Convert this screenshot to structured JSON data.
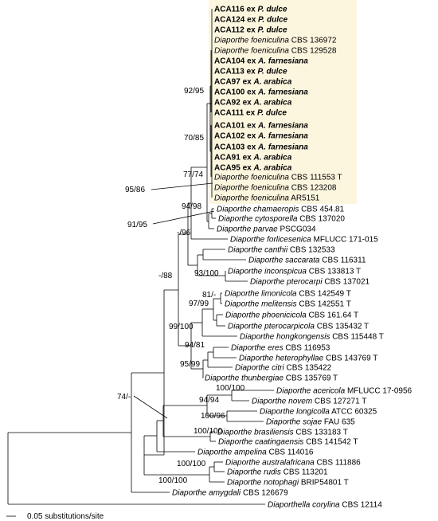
{
  "highlight_color": "#fdf6df",
  "scale_bar_label": "0.05 substitutions/site",
  "taxa": [
    {
      "sp": "ACA116",
      "rest": " ex ",
      "sp2": "P. dulce",
      "bold": true
    },
    {
      "sp": "ACA124",
      "rest": " ex ",
      "sp2": "P. dulce",
      "bold": true
    },
    {
      "sp": "ACA112",
      "rest": " ex ",
      "sp2": "P. dulce",
      "bold": true
    },
    {
      "sp": "Diaporthe foeniculina",
      "rest": " CBS 136972",
      "bold": false
    },
    {
      "sp": "Diaporthe foeniculina",
      "rest": " CBS 129528",
      "bold": false
    },
    {
      "sp": "ACA104",
      "rest": " ex ",
      "sp2": "A. farnesiana",
      "bold": true
    },
    {
      "sp": "ACA113",
      "rest": " ex ",
      "sp2": "P. dulce",
      "bold": true
    },
    {
      "sp": "ACA97",
      "rest": " ex ",
      "sp2": "A. arabica",
      "bold": true
    },
    {
      "sp": "ACA100",
      "rest": " ex ",
      "sp2": "A. farnesiana",
      "bold": true
    },
    {
      "sp": "ACA92",
      "rest": " ex ",
      "sp2": "A. arabica",
      "bold": true
    },
    {
      "sp": "ACA111",
      "rest": " ex ",
      "sp2": "P. dulce",
      "bold": true
    },
    {
      "sp": "ACA101",
      "rest": " ex ",
      "sp2": "A. farnesiana",
      "bold": true
    },
    {
      "sp": "ACA102",
      "rest": " ex ",
      "sp2": "A. farnesiana",
      "bold": true
    },
    {
      "sp": "ACA103",
      "rest": " ex ",
      "sp2": "A. farnesiana",
      "bold": true
    },
    {
      "sp": "ACA91",
      "rest": " ex ",
      "sp2": "A. arabica",
      "bold": true
    },
    {
      "sp": "ACA95",
      "rest": " ex ",
      "sp2": "A. arabica",
      "bold": true
    },
    {
      "sp": "Diaporthe foeniculina",
      "rest": " CBS 111553 T",
      "bold": false
    },
    {
      "sp": "Diaporthe foeniculina",
      "rest": " CBS 123208",
      "bold": false
    },
    {
      "sp": "Diaporthe foeniculina",
      "rest": " AR5151",
      "bold": false
    },
    {
      "sp": "Diaporthe chamaeropis",
      "rest": " CBS 454.81",
      "bold": false
    },
    {
      "sp": "Diaporthe cytosporella",
      "rest": " CBS 137020",
      "bold": false
    },
    {
      "sp": "Diaporthe parvae",
      "rest": " PSCG034",
      "bold": false
    },
    {
      "sp": "Diaporthe forlicesenica",
      "rest": " MFLUCC 171-015",
      "bold": false
    },
    {
      "sp": "Diaporthe canthii",
      "rest": " CBS 132533",
      "bold": false
    },
    {
      "sp": "Diaporthe saccarata",
      "rest": " CBS 116311",
      "bold": false
    },
    {
      "sp": "Diaporthe inconspicua",
      "rest": " CBS 133813 T",
      "bold": false
    },
    {
      "sp": "Diaporthe pterocarpi",
      "rest": " CBS 137021",
      "bold": false
    },
    {
      "sp": "Diaporthe limonicola",
      "rest": " CBS 142549 T",
      "bold": false
    },
    {
      "sp": "Diaporthe melitensis",
      "rest": " CBS 142551 T",
      "bold": false
    },
    {
      "sp": "Diaporthe phoenicicola",
      "rest": " CBS 161.64 T",
      "bold": false
    },
    {
      "sp": "Diaporthe pterocarpicola",
      "rest": " CBS 135432 T",
      "bold": false
    },
    {
      "sp": "Diaporthe hongkongensis",
      "rest": " CBS 115448 T",
      "bold": false
    },
    {
      "sp": "Diaporthe eres",
      "rest": " CBS 116953",
      "bold": false
    },
    {
      "sp": "Diaporthe heterophyllae",
      "rest": " CBS 143769 T",
      "bold": false
    },
    {
      "sp": "Diaporthe citri",
      "rest": " CBS 135422",
      "bold": false
    },
    {
      "sp": "Diaporthe thunbergiae",
      "rest": " CBS 135769 T",
      "bold": false
    },
    {
      "sp": "Diaporthe acericola",
      "rest": " MFLUCC 17-0956",
      "bold": false
    },
    {
      "sp": "Diaporthe novem",
      "rest": " CBS 127271 T",
      "bold": false
    },
    {
      "sp": "Diaporthe longicolla",
      "rest": " ATCC 60325",
      "bold": false
    },
    {
      "sp": "Diaporthe sojae",
      "rest": " FAU 635",
      "bold": false
    },
    {
      "sp": "Diaporthe brasiliensis",
      "rest": " CBS 133183 T",
      "bold": false
    },
    {
      "sp": "Diaporthe caatingaensis",
      "rest": " CBS 141542 T",
      "bold": false
    },
    {
      "sp": "Diaporthe ampelina",
      "rest": " CBS 114016",
      "bold": false
    },
    {
      "sp": "Diaporthe australafricana",
      "rest": " CBS 111886",
      "bold": false
    },
    {
      "sp": "Diaporthe rudis",
      "rest": " CBS 113201",
      "bold": false
    },
    {
      "sp": "Diaporthe notophagi",
      "rest": " BRIP54801 T",
      "bold": false
    },
    {
      "sp": "Diaporthe amygdali",
      "rest": " CBS 126679",
      "bold": false
    },
    {
      "sp": "Diaporthella corylina",
      "rest": " CBS 12114",
      "bold": false
    }
  ],
  "support": [
    "92/95",
    "70/85",
    "77/74",
    "95/86",
    "94/98",
    "91/95",
    "-/96",
    "-/88",
    "93/100",
    "81/-",
    "97/99",
    "99/100",
    "94/81",
    "95/99",
    "74/-",
    "100/100",
    "94/94",
    "100/96",
    "100/100",
    "100/100",
    "100/100"
  ]
}
